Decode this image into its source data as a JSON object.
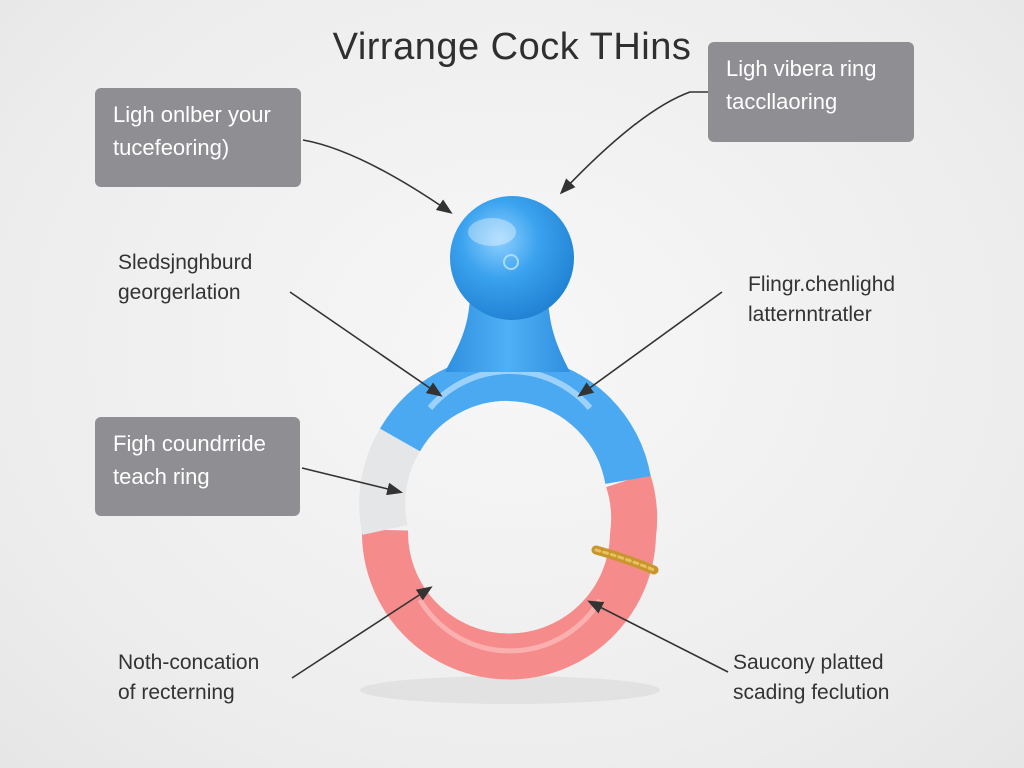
{
  "title": "Virrange Cock THins",
  "callouts": [
    {
      "id": "top-left",
      "style": "box",
      "lines": [
        "Ligh onlber your",
        "tucefeoring)"
      ]
    },
    {
      "id": "top-right",
      "style": "box",
      "lines": [
        "Ligh vibera ring",
        "taccllaoring"
      ]
    },
    {
      "id": "mid-left",
      "style": "text",
      "lines": [
        "Sledsjnghburd",
        "georgerlation"
      ]
    },
    {
      "id": "mid-right",
      "style": "text",
      "lines": [
        "Flingr.chenlighd",
        "latternntratler"
      ]
    },
    {
      "id": "lower-left",
      "style": "box",
      "lines": [
        "Figh coundrride",
        "teach ring"
      ]
    },
    {
      "id": "bottom-left",
      "style": "text",
      "lines": [
        "Noth-concation",
        "of recterning"
      ]
    },
    {
      "id": "bottom-right",
      "style": "text",
      "lines": [
        "Saucony platted",
        "scading feclution"
      ]
    }
  ],
  "colors": {
    "blue": "#3aa2ee",
    "pink": "#f58b8b",
    "clear": "#e4e6e8",
    "gold": "#c9962b",
    "box": "#8e8e93",
    "arrow": "#333333"
  }
}
